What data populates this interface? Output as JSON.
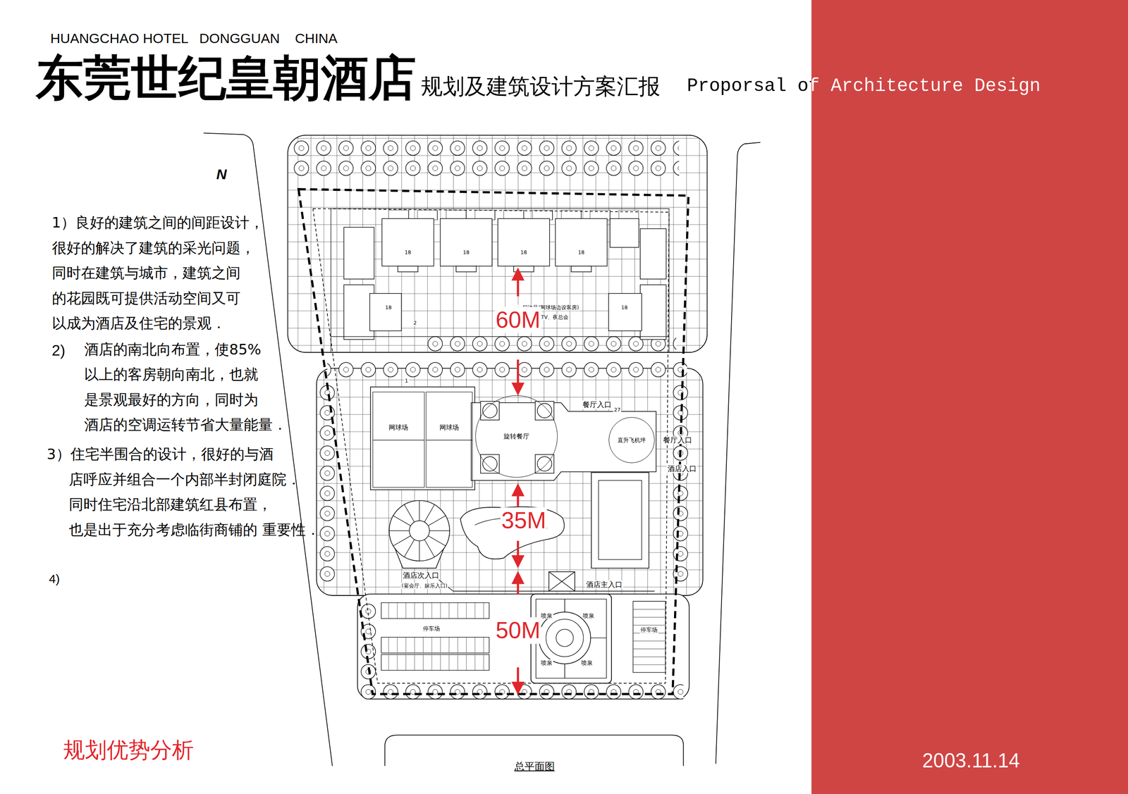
{
  "diagram": {
    "title": "东莞世纪皇朝酒店",
    "caption": "总平面图",
    "nodes": [
      {
        "text": [
          "网球场"
        ]
      },
      {
        "text": [
          "网球场"
        ]
      },
      {
        "text": [
          "旋转餐厅"
        ]
      },
      {
        "text": [
          "直升飞机坪"
        ]
      }
    ],
    "labels": [
      "HUANGCHAO HOTEL   DONGGUAN    CHINA",
      "规划及建筑设计方案汇报",
      "Proporsal of Architecture Design",
      "N",
      "1）良好的建筑之间的间距设计， 很好的解决了建筑的采光问题， 同时在建筑与城市，建筑之间 的花园既可提供活动空间又可 以成为酒店及住宅的景观．",
      "2)",
      "酒店的南北向布置，使85% 以上的客房朝向南北，也就 是景观最好的方向，同时为 酒店的空调运转节省大量能量．",
      "3）住宅半围合的设计，很好的与酒 店呼应并组合一个内部半封闭庭院． 同时住宅沿北部建筑红县布置， 也是出于充分考虑临街商铺的 重要性．",
      "4)",
      "规划优势分析",
      "2003.11.14",
      "18",
      "18",
      "18",
      "18",
      "18",
      "18",
      "2",
      "一层沐足(网球场边设客房)",
      "二层KTV、夜总会",
      "60M",
      "1",
      "餐厅入口",
      "27",
      "餐厅入口",
      "酒店入口",
      "35M",
      "酒店次入口",
      "(宴会厅、娱乐入口)",
      "酒店主入口",
      "50M",
      "喷泉",
      "喷泉",
      "喷泉",
      "喷泉",
      "停车场",
      "停车场"
    ]
  }
}
